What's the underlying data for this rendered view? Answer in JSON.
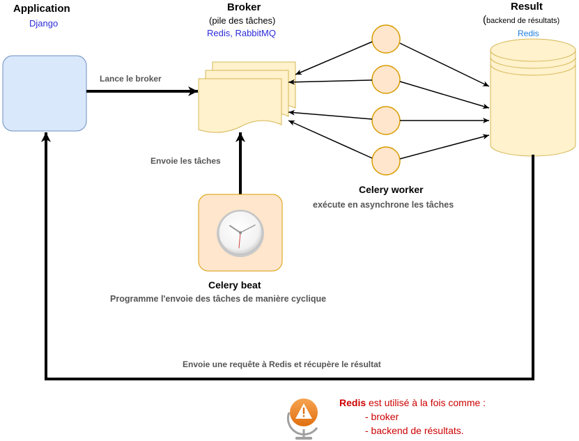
{
  "application": {
    "title": "Application",
    "framework": "Django"
  },
  "broker": {
    "title": "Broker",
    "subtitle": "(pile des tâches)",
    "tech": "Redis, RabbitMQ"
  },
  "result": {
    "title": "Result",
    "paren_open": "(",
    "subtitle": "backend de résultats)",
    "tech": "Redis"
  },
  "edges": {
    "launch": "Lance le broker",
    "send_tasks": "Envoie les tâches",
    "request": "Envoie une requête à Redis et récupère le résultat"
  },
  "worker": {
    "title": "Celery worker",
    "subtitle": "exécute en asynchrone les tâches"
  },
  "beat": {
    "title": "Celery beat",
    "subtitle": "Programme l'envoie des tâches de manière cyclique"
  },
  "note": {
    "highlight": "Redis",
    "text": " est utilisé à la fois comme :",
    "item1": "- broker",
    "item2": "- backend de résultats."
  },
  "colors": {
    "app_fill": "#dae8fc",
    "app_stroke": "#6c8ebf",
    "doc_fill": "#fff2cc",
    "doc_stroke": "#d6b656",
    "worker_fill": "#ffe6cc",
    "worker_stroke": "#d79b00",
    "warning": "#f08a24"
  },
  "icons": [
    "clock-icon",
    "warning-globe-icon"
  ]
}
